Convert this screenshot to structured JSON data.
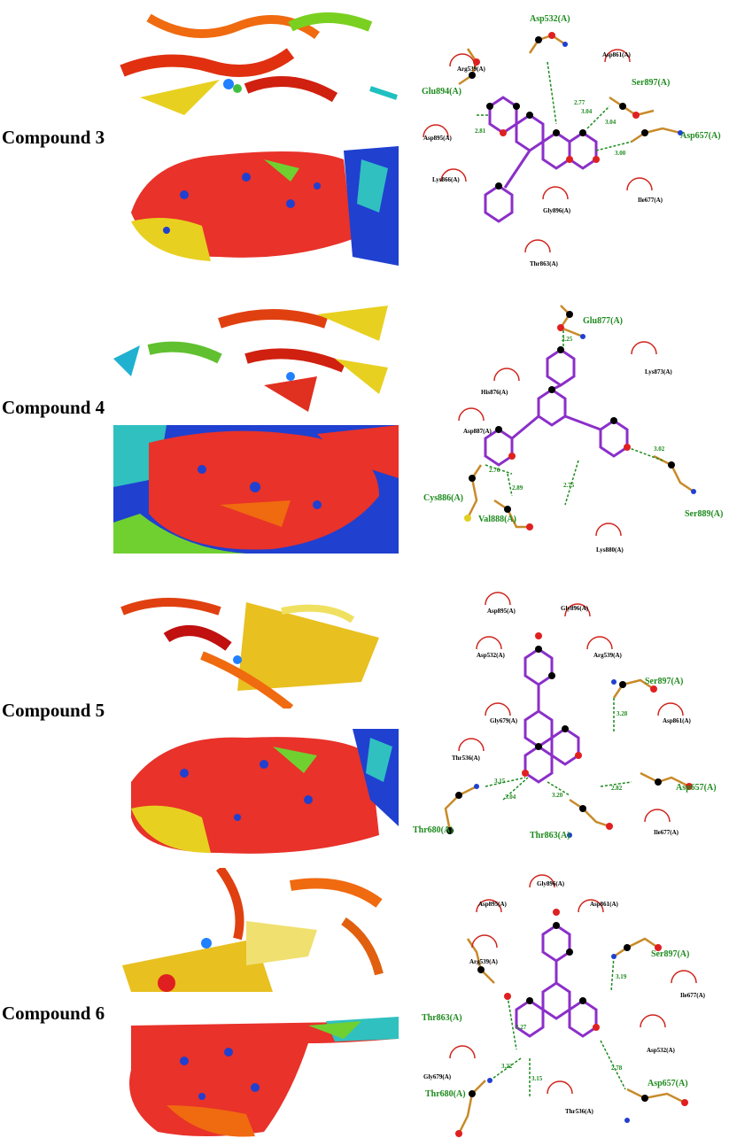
{
  "colors": {
    "ligand_bond": "#8b2fc9",
    "residue_bond": "#c88a2a",
    "hbond": "#1d8a1d",
    "hydrophobic_arc": "#d0241c",
    "carbon": "#000000",
    "oxygen": "#e02020",
    "nitrogen": "#2040d0"
  },
  "panels": [
    {
      "label": "Compound 3",
      "hbond_residues": [
        "Asp532(A)",
        "Glu894(A)",
        "Ser897(A)",
        "Asp657(A)"
      ],
      "hydrophobic_residues": [
        "Arg539(A)",
        "Asp861(A)",
        "Asp895(A)",
        "Lys866(A)",
        "Ile677(A)",
        "Gly896(A)",
        "Thr863(A)"
      ],
      "distances": [
        "2.81",
        "2.77",
        "3.04",
        "3.04",
        "3.00"
      ]
    },
    {
      "label": "Compound 4",
      "hbond_residues": [
        "Glu877(A)",
        "Cys886(A)",
        "Val888(A)",
        "Ser889(A)"
      ],
      "hydrophobic_residues": [
        "Lys873(A)",
        "His876(A)",
        "Asp887(A)",
        "Lys880(A)"
      ],
      "distances": [
        "2.25",
        "2.76",
        "2.89",
        "2.75",
        "3.02"
      ]
    },
    {
      "label": "Compound 5",
      "hbond_residues": [
        "Ser897(A)",
        "Asp657(A)",
        "Thr680(A)",
        "Thr863(A)"
      ],
      "hydrophobic_residues": [
        "Asp895(A)",
        "Gly896(A)",
        "Asp532(A)",
        "Arg539(A)",
        "Gly679(A)",
        "Asp861(A)",
        "Thr536(A)",
        "Ile677(A)"
      ],
      "distances": [
        "3.28",
        "3.15",
        "3.04",
        "3.20",
        "2.82"
      ]
    },
    {
      "label": "Compound 6",
      "hbond_residues": [
        "Ser897(A)",
        "Thr863(A)",
        "Thr680(A)",
        "Asp657(A)"
      ],
      "hydrophobic_residues": [
        "Gly896(A)",
        "Asp895(A)",
        "Asp861(A)",
        "Arg539(A)",
        "Ile677(A)",
        "Asp532(A)",
        "Gly679(A)",
        "Thr536(A)"
      ],
      "distances": [
        "3.19",
        "3.27",
        "3.22",
        "3.15",
        "2.78"
      ]
    }
  ]
}
